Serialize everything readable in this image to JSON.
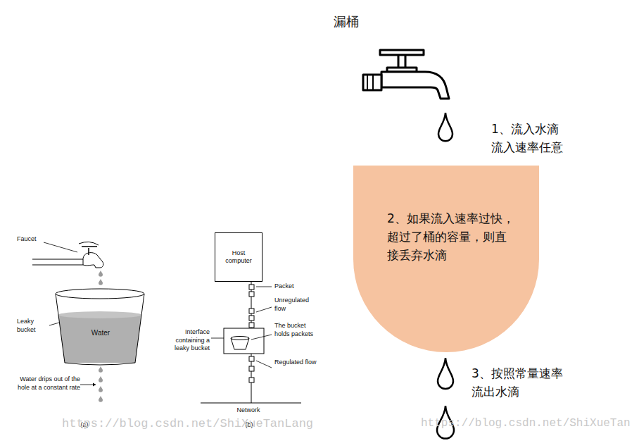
{
  "diagram": {
    "title": "漏桶",
    "nodes": [
      {
        "text": [
          "Water"
        ]
      },
      {
        "text": [
          "Host computer"
        ]
      },
      {
        "text": [
          "2、如果流入速率过快，超过了桶的容量，则直接丢弃水滴"
        ]
      }
    ],
    "labels": [
      "Faucet",
      "Leaky bucket",
      "Water drips out of the hole at a constant rate",
      "(a)",
      "Packet",
      "Unregulated flow",
      "Interface containing a leaky bucket",
      "The bucket holds packets",
      "Regulated flow",
      "Network",
      "(b)",
      "1、流入水滴 流入速率任意",
      "3、按照常量速率 流出水滴",
      "https://blog.csdn.net/ShiXueTanLang",
      "https://blog.csdn.net/ShiXueTan"
    ]
  }
}
